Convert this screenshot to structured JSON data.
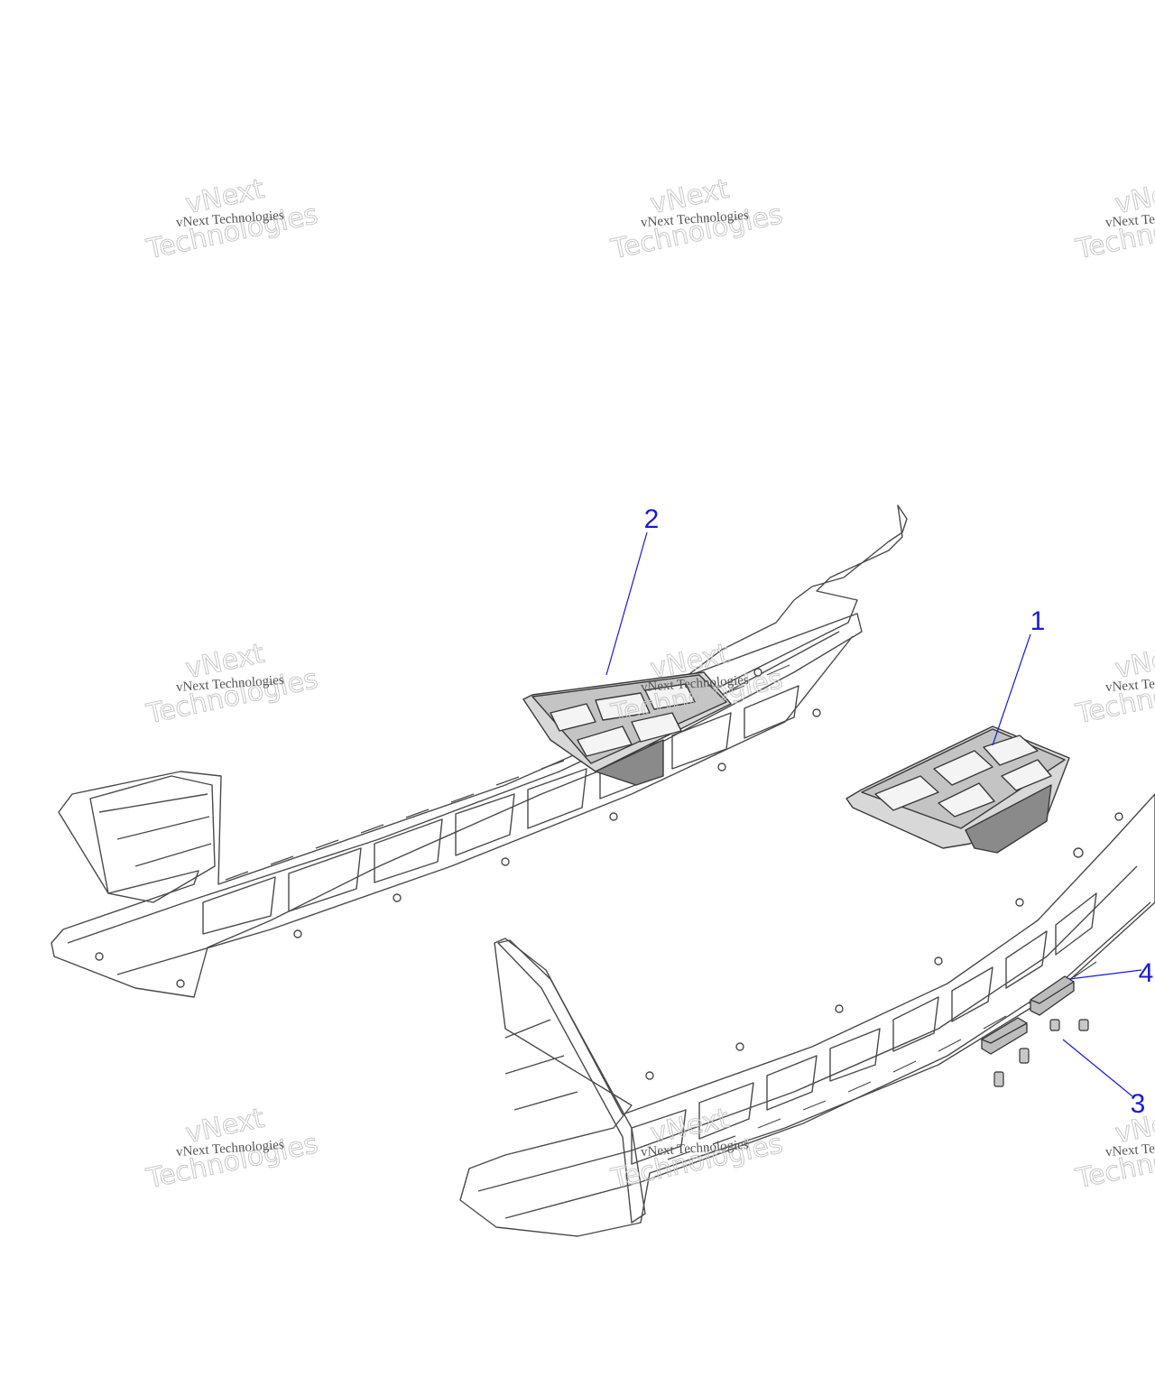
{
  "watermark": {
    "top_word": "vNext",
    "line": "vNext Technologies",
    "big_word": "Technologies",
    "tiles": [
      {
        "col": 0,
        "row": 0
      },
      {
        "col": 1,
        "row": 0
      },
      {
        "col": 2,
        "row": 0
      },
      {
        "col": 0,
        "row": 1
      },
      {
        "col": 1,
        "row": 1
      },
      {
        "col": 2,
        "row": 1
      },
      {
        "col": 0,
        "row": 2
      },
      {
        "col": 1,
        "row": 2
      },
      {
        "col": 2,
        "row": 2
      }
    ]
  },
  "callouts": [
    {
      "id": "1",
      "label": "1"
    },
    {
      "id": "2",
      "label": "2"
    },
    {
      "id": "3",
      "label": "3"
    },
    {
      "id": "4",
      "label": "4"
    }
  ],
  "colors": {
    "callout": "#1a1ad6",
    "line_art": "#4a4a4a",
    "part_shade": "#bfbfbf",
    "part_dark": "#8a8a8a"
  }
}
